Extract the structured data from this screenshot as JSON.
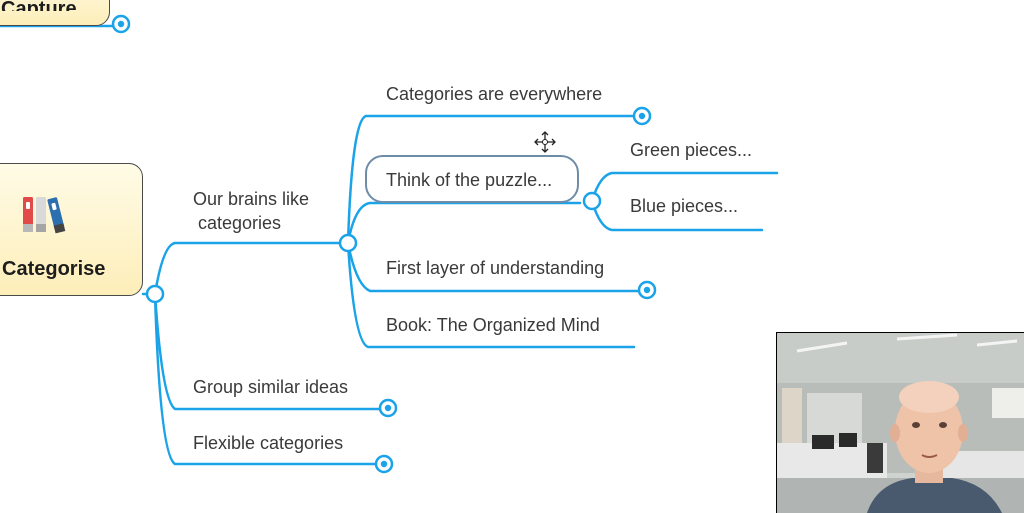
{
  "central_topics": {
    "capture": "Capture",
    "categorise": "Categorise"
  },
  "branches": {
    "brains": {
      "line1": "Our brains like",
      "line2": "categories"
    },
    "everywhere": "Categories are everywhere",
    "puzzle": "Think of the puzzle...",
    "green": "Green pieces...",
    "blue": "Blue pieces...",
    "first_layer": "First layer of understanding",
    "book": "Book: The Organized Mind",
    "group": "Group similar ideas",
    "flexible": "Flexible categories"
  },
  "icons": {
    "topic_icon": "binders-icon",
    "cursor": "move-cursor-icon"
  },
  "colors": {
    "branch_line": "#1aa3e8",
    "central_fill": "#fdeeb9",
    "central_border": "#4a4a4a",
    "text": "#3a3a3a"
  }
}
